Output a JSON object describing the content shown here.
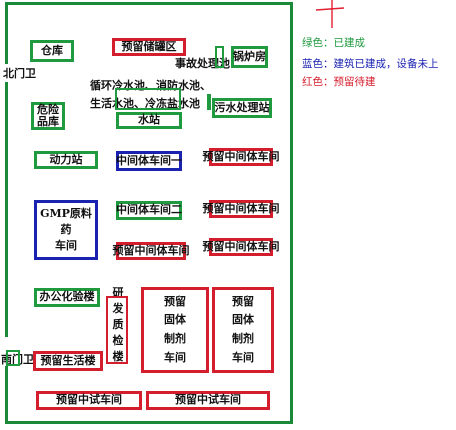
{
  "legend": {
    "green": "绿色：已建成",
    "blue": "蓝色：建筑已建成，设备未上",
    "red": "红色：预留待建"
  },
  "colors": {
    "green": "#1f9a3f",
    "blue": "#1a22b0",
    "red": "#d41e2d"
  },
  "labels": {
    "north_gate": "北门卫",
    "south_gate": "南门卫",
    "accident_pool": "事故处理池",
    "pools_line1": "循环冷水池、消防水池、",
    "pools_line2": "生活水池、冷冻盐水池",
    "rnd_qc": "研发质检楼"
  },
  "buildings": {
    "warehouse": "仓库",
    "tank_farm": "预留储罐区",
    "boiler": "锅炉房",
    "hazmat": "危险\n品库",
    "water_station": "水站",
    "sewage": "污水处理站",
    "power_station": "动力站",
    "intermediate_1": "中间体车间一",
    "reserved_intermediate_a": "预留中间体车间",
    "gmp": "GMP原料药\n车间",
    "intermediate_2": "中间体车间二",
    "reserved_intermediate_b": "预留中间体车间",
    "reserved_intermediate_c": "预留中间体车间",
    "reserved_intermediate_d": "预留中间体车间",
    "office_lab": "办公化验楼",
    "solid_1": "预留\n固体\n制剂\n车间",
    "solid_2": "预留\n固体\n制剂\n车间",
    "living": "预留生活楼",
    "pilot_1": "预留中试车间",
    "pilot_2": "预留中试车间"
  }
}
